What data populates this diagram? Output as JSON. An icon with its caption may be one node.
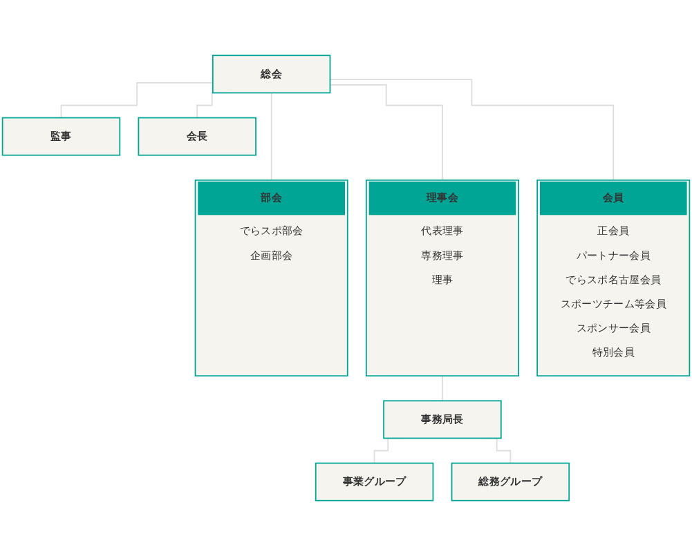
{
  "diagram": {
    "nodes": [
      {
        "text": [
          "総会"
        ]
      },
      {
        "text": [
          "監事"
        ]
      },
      {
        "text": [
          "会長"
        ]
      },
      {
        "text": [
          "部会",
          "でらスポ部会",
          "企画部会"
        ]
      },
      {
        "text": [
          "理事会",
          "代表理事",
          "専務理事",
          "理事"
        ]
      },
      {
        "text": [
          "会員",
          "正会員",
          "パートナー会員",
          "でらスポ名古屋会員",
          "スポーツチーム等会員",
          "スポンサー会員",
          "特別会員"
        ]
      },
      {
        "text": [
          "事務局長"
        ]
      },
      {
        "text": [
          "事業グループ"
        ]
      },
      {
        "text": [
          "総務グループ"
        ]
      }
    ],
    "edges": [
      {
        "from": 0,
        "to": 1,
        "arrow": "none"
      },
      {
        "from": 0,
        "to": 2,
        "arrow": "none"
      },
      {
        "from": 0,
        "to": 3,
        "arrow": "none"
      },
      {
        "from": 0,
        "to": 4,
        "arrow": "none"
      },
      {
        "from": 0,
        "to": 5,
        "arrow": "none"
      },
      {
        "from": 4,
        "to": 6,
        "arrow": "none"
      },
      {
        "from": 6,
        "to": 7,
        "arrow": "none"
      },
      {
        "from": 6,
        "to": 8,
        "arrow": "none"
      }
    ]
  }
}
